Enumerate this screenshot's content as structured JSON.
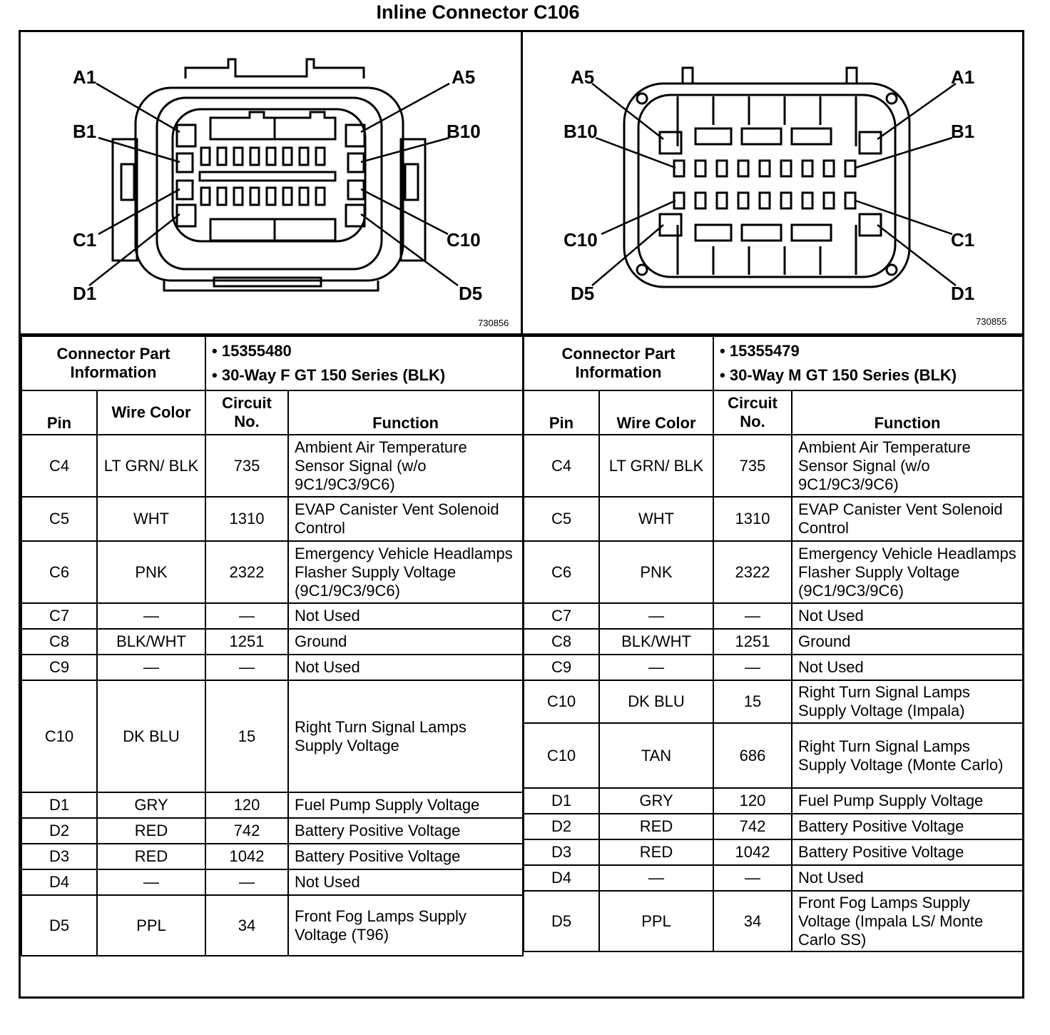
{
  "title": "Inline Connector C106",
  "female": {
    "ref": "730856",
    "labels": {
      "a1": "A1",
      "b1": "B1",
      "c1": "C1",
      "d1": "D1",
      "a5": "A5",
      "b10": "B10",
      "c10": "C10",
      "d5": "D5"
    },
    "info_label": "Connector Part Information",
    "part_number": "15355480",
    "part_desc": "30-Way F GT 150 Series (BLK)",
    "headers": {
      "pin": "Pin",
      "wire_color": "Wire Color",
      "circuit": "Circuit No.",
      "function": "Function"
    },
    "rows": [
      {
        "pin": "C4",
        "color": "LT GRN/ BLK",
        "circuit": "735",
        "function": "Ambient Air Temperature Sensor Signal (w/o 9C1/9C3/9C6)"
      },
      {
        "pin": "C5",
        "color": "WHT",
        "circuit": "1310",
        "function": "EVAP Canister Vent Solenoid Control"
      },
      {
        "pin": "C6",
        "color": "PNK",
        "circuit": "2322",
        "function": "Emergency Vehicle Headlamps Flasher Supply Voltage (9C1/9C3/9C6)"
      },
      {
        "pin": "C7",
        "color": "—",
        "circuit": "—",
        "function": "Not Used"
      },
      {
        "pin": "C8",
        "color": "BLK/WHT",
        "circuit": "1251",
        "function": "Ground"
      },
      {
        "pin": "C9",
        "color": "—",
        "circuit": "—",
        "function": "Not Used"
      },
      {
        "pin": "C10",
        "color": "DK BLU",
        "circuit": "15",
        "function": "Right Turn Signal Lamps Supply Voltage"
      },
      {
        "pin": "D1",
        "color": "GRY",
        "circuit": "120",
        "function": "Fuel Pump Supply Voltage"
      },
      {
        "pin": "D2",
        "color": "RED",
        "circuit": "742",
        "function": "Battery Positive Voltage"
      },
      {
        "pin": "D3",
        "color": "RED",
        "circuit": "1042",
        "function": "Battery Positive Voltage"
      },
      {
        "pin": "D4",
        "color": "—",
        "circuit": "—",
        "function": "Not Used"
      },
      {
        "pin": "D5",
        "color": "PPL",
        "circuit": "34",
        "function": "Front Fog Lamps Supply Voltage (T96)"
      }
    ]
  },
  "male": {
    "ref": "730855",
    "labels": {
      "a5": "A5",
      "b10": "B10",
      "c10": "C10",
      "d5": "D5",
      "a1": "A1",
      "b1": "B1",
      "c1": "C1",
      "d1": "D1"
    },
    "info_label": "Connector Part Information",
    "part_number": "15355479",
    "part_desc": "30-Way M GT 150 Series (BLK)",
    "headers": {
      "pin": "Pin",
      "wire_color": "Wire Color",
      "circuit": "Circuit No.",
      "function": "Function"
    },
    "rows": [
      {
        "pin": "C4",
        "color": "LT GRN/ BLK",
        "circuit": "735",
        "function": "Ambient Air Temperature Sensor Signal (w/o 9C1/9C3/9C6)"
      },
      {
        "pin": "C5",
        "color": "WHT",
        "circuit": "1310",
        "function": "EVAP Canister Vent Solenoid Control"
      },
      {
        "pin": "C6",
        "color": "PNK",
        "circuit": "2322",
        "function": "Emergency Vehicle Headlamps Flasher Supply Voltage (9C1/9C3/9C6)"
      },
      {
        "pin": "C7",
        "color": "—",
        "circuit": "—",
        "function": "Not Used"
      },
      {
        "pin": "C8",
        "color": "BLK/WHT",
        "circuit": "1251",
        "function": "Ground"
      },
      {
        "pin": "C9",
        "color": "—",
        "circuit": "—",
        "function": "Not Used"
      },
      {
        "pin": "C10",
        "color": "DK BLU",
        "circuit": "15",
        "function": "Right Turn Signal Lamps Supply Voltage (Impala)"
      },
      {
        "pin": "C10",
        "color": "TAN",
        "circuit": "686",
        "function": "Right Turn Signal Lamps Supply Voltage (Monte Carlo)"
      },
      {
        "pin": "D1",
        "color": "GRY",
        "circuit": "120",
        "function": "Fuel Pump Supply Voltage"
      },
      {
        "pin": "D2",
        "color": "RED",
        "circuit": "742",
        "function": "Battery Positive Voltage"
      },
      {
        "pin": "D3",
        "color": "RED",
        "circuit": "1042",
        "function": "Battery Positive Voltage"
      },
      {
        "pin": "D4",
        "color": "—",
        "circuit": "—",
        "function": "Not Used"
      },
      {
        "pin": "D5",
        "color": "PPL",
        "circuit": "34",
        "function": "Front Fog Lamps Supply Voltage (Impala LS/ Monte Carlo SS)"
      }
    ]
  }
}
